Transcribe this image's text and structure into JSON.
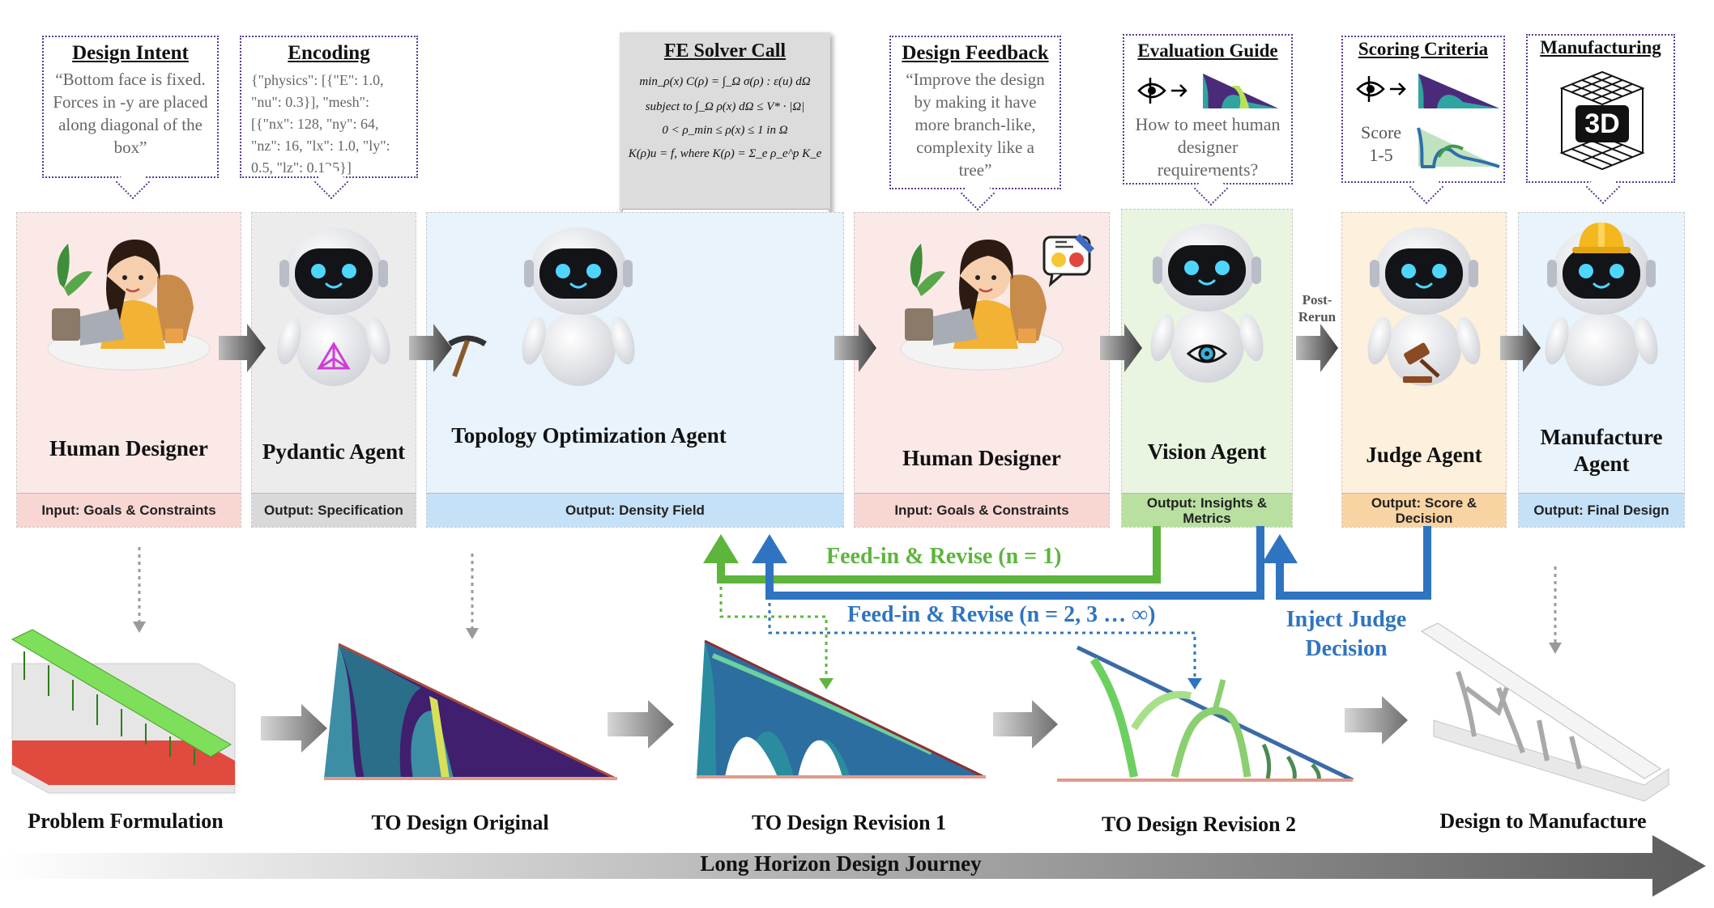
{
  "bubbles": {
    "design_intent": {
      "title": "Design Intent",
      "body": "“Bottom face is fixed. Forces in -y are placed along diagonal of the  box”"
    },
    "encoding": {
      "title": "Encoding",
      "body": "{\"physics\": [{\"E\": 1.0, \"nu\": 0.3}], \"mesh\": [{\"nx\": 128, \"ny\": 64, \"nz\": 16, \"lx\": 1.0, \"ly\": 0.5, \"lz\": 0.125}]"
    },
    "fe_solver": {
      "title": "FE Solver Call",
      "eq1": "min_ρ(x) C(ρ) = ∫_Ω σ(ρ) : ε(u) dΩ",
      "eq2": "subject to ∫_Ω ρ(x) dΩ ≤ V* · |Ω|",
      "eq3": "0 < ρ_min ≤ ρ(x) ≤ 1 in Ω",
      "eq4": "K(ρ)u = f, where K(ρ) = Σ_e ρ_e^p K_e"
    },
    "design_feedback": {
      "title": "Design Feedback",
      "body": "“Improve the design by making it have more branch-like, complexity like a tree”"
    },
    "evaluation_guide": {
      "title": "Evaluation Guide",
      "body": "How to meet human designer requirements?"
    },
    "scoring_criteria": {
      "title": "Scoring Criteria",
      "body": "Score 1-5"
    },
    "manufacturing": {
      "title": "Manufacturing",
      "badge": "3D"
    }
  },
  "panels": [
    {
      "title": "Human Designer",
      "label": "Input: Goals & Constraints",
      "bg": "#fbe9e7",
      "label_bg": "#f8d7d3"
    },
    {
      "title": "Pydantic Agent",
      "label": "Output: Specification",
      "bg": "#ececec",
      "label_bg": "#d9d9d9"
    },
    {
      "title": "Topology Optimization Agent",
      "label": "Output: Density Field",
      "bg": "#e8f3fc",
      "label_bg": "#c5e1f7"
    },
    {
      "title": "Human Designer",
      "label": "Input: Goals & Constraints",
      "bg": "#fbe9e7",
      "label_bg": "#f8d7d3"
    },
    {
      "title": "Vision Agent",
      "label": "Output: Insights & Metrics",
      "bg": "#e9f5e1",
      "label_bg": "#b9e0a1"
    },
    {
      "title": "Judge Agent",
      "label": "Output: Score & Decision",
      "bg": "#fdf0dd",
      "label_bg": "#f9d4a3"
    },
    {
      "title": "Manufacture Agent",
      "label": "Output: Final Design",
      "bg": "#e8f3fc",
      "label_bg": "#c5e1f7"
    }
  ],
  "post_rerun": "Post-Rerun",
  "feedback": {
    "green": "Feed-in & Revise (n = 1)",
    "blue": "Feed-in & Revise  (n = 2, 3 … ∞)",
    "judge": "Inject Judge Decision"
  },
  "stages": [
    "Problem Formulation",
    "TO Design Original",
    "TO Design Revision 1",
    "TO Design Revision 2",
    "Design to Manufacture"
  ],
  "journey": "Long Horizon Design Journey",
  "colors": {
    "green": "#5db53c",
    "blue": "#2f74c0",
    "bubble_border": "#5b3a96",
    "arrow_gray": "#555555"
  },
  "icons": [
    "eye-icon",
    "gavel-icon",
    "pickaxe-icon",
    "feedback-emoji-icon",
    "pyramid-icon",
    "3d-cube-icon",
    "hard-hat-icon"
  ]
}
